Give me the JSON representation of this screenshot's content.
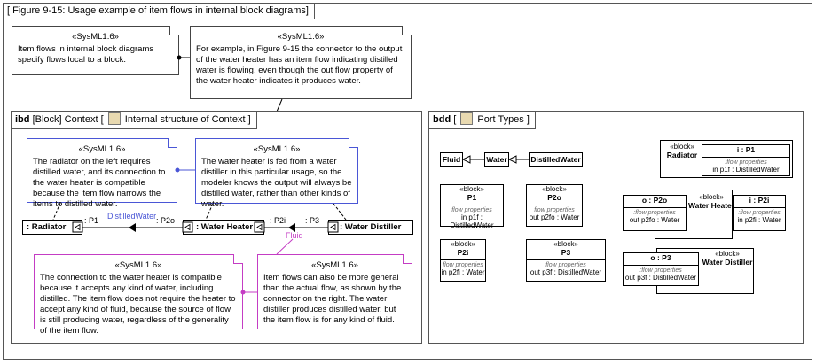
{
  "figure": {
    "title": "[ Figure 9-15: Usage example of item flows in internal block diagrams]"
  },
  "top_notes": {
    "left": {
      "stereo": "«SysML1.6»",
      "text": "Item flows in internal block diagrams specify flows local to a block."
    },
    "right": {
      "stereo": "«SysML1.6»",
      "text": "For example, in Figure 9-15 the connector to the output of the water heater has an item flow indicating distilled water is flowing, even though the out flow property of the water heater indicates it produces water."
    }
  },
  "ibd": {
    "tab_kind": "ibd",
    "tab_pre": "[Block] Context [",
    "tab_post": "Internal structure of Context ]",
    "notes": {
      "radiator": {
        "stereo": "«SysML1.6»",
        "text": "The radiator on the left requires distilled water, and its connection to the water heater is compatible because the item flow narrows the items to distilled water."
      },
      "heater": {
        "stereo": "«SysML1.6»",
        "text": "The water heater is fed from a water distiller in this particular usage, so the modeler knows the output will always be distilled water, rather than other kinds of water."
      },
      "compat": {
        "stereo": "«SysML1.6»",
        "text": "The connection to the water heater is compatible because it accepts any kind of water, including distilled. The item flow does not require the heater to accept any kind of fluid, because the source of flow is still producing water, regardless of the generality of the item flow."
      },
      "general": {
        "stereo": "«SysML1.6»",
        "text": "Item flows can also be more general than the actual flow, as shown by the connector on the right. The water distiller produces distilled water, but the item flow is for any kind of fluid."
      }
    },
    "parts": {
      "radiator": ": Radiator",
      "heater": ": Water Heater",
      "distiller": ": Water Distiller"
    },
    "ports": {
      "p1": ": P1",
      "p2o": ": P2o",
      "p2i": ": P2i",
      "p3": ": P3"
    },
    "item_flows": {
      "distilled": "DistilledWater",
      "fluid": "Fluid"
    }
  },
  "bdd": {
    "tab_kind": "bdd",
    "tab_pre": "[",
    "tab_post": "Port Types ]",
    "types": {
      "fluid": "Fluid",
      "water": "Water",
      "distilled": "DistilledWater"
    },
    "blocks": [
      {
        "stereo": "«block»",
        "name": "P1",
        "fp": "flow properties",
        "prop": "in p1f : DistilledWater"
      },
      {
        "stereo": "«block»",
        "name": "P2o",
        "fp": "flow properties",
        "prop": "out p2fo : Water"
      },
      {
        "stereo": "«block»",
        "name": "P2i",
        "fp": "flow properties",
        "prop": "in p2fi : Water"
      },
      {
        "stereo": "«block»",
        "name": "P3",
        "fp": "flow properties",
        "prop": "out p3f : DistilledWater"
      }
    ],
    "composites": {
      "radiator": {
        "stereo": "«block»",
        "name": "Radiator",
        "port": "i : P1",
        "fp": ":flow properties",
        "prop": "in p1f : DistilledWater"
      },
      "heater": {
        "stereo": "«block»",
        "name": "Water Heater",
        "port_o": "o : P2o",
        "fp_o": ":flow properties",
        "prop_o": "out p2fo : Water",
        "port_i": "i : P2i",
        "fp_i": ":flow properties",
        "prop_i": "in p2fi : Water"
      },
      "distiller": {
        "stereo": "«block»",
        "name": "Water Distiller",
        "port": "o : P3",
        "fp": ":flow properties",
        "prop": "out p3f : DistilledWater"
      }
    }
  },
  "colors": {
    "blue": "#4a56d6",
    "magenta": "#c43cc4"
  }
}
